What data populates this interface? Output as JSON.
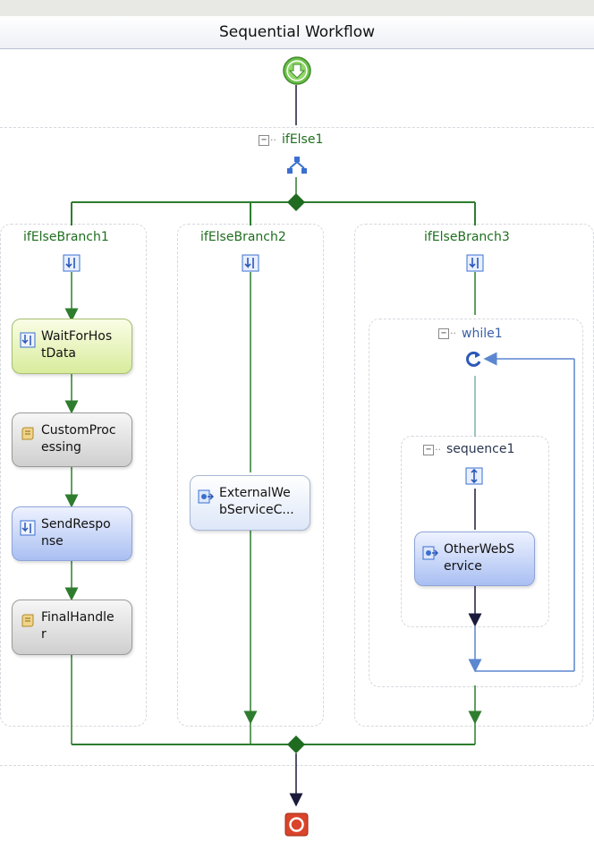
{
  "header": {
    "title": "Sequential Workflow"
  },
  "ifelse": {
    "label": "ifElse1"
  },
  "branches": [
    {
      "label": "ifElseBranch1"
    },
    {
      "label": "ifElseBranch2"
    },
    {
      "label": "ifElseBranch3"
    }
  ],
  "branch1_activities": [
    {
      "label": "WaitForHos\ntData"
    },
    {
      "label": "CustomProc\nessing"
    },
    {
      "label": "SendRespo\nnse"
    },
    {
      "label": "FinalHandle\nr"
    }
  ],
  "branch2_activities": [
    {
      "label": "ExternalWe\nbServiceC..."
    }
  ],
  "while": {
    "label": "while1"
  },
  "sequence": {
    "label": "sequence1"
  },
  "branch3_activities": [
    {
      "label": "OtherWebS\nervice"
    }
  ],
  "colors": {
    "green_line": "#2e7d2e",
    "blue_line": "#5b86d0",
    "dark_line": "#1a1a3a",
    "start": "#5cae3c",
    "stop": "#d9442a"
  },
  "icons": {
    "start": "start-circle-icon",
    "stop": "stop-square-icon",
    "ifelse": "ifelse-branch-icon",
    "while": "loop-arrow-icon"
  }
}
